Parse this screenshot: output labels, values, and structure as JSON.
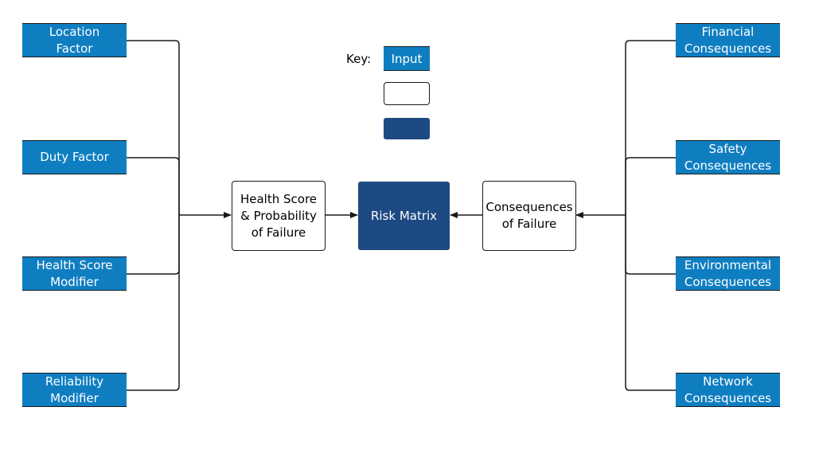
{
  "key": {
    "label": "Key:",
    "input_label": "Input"
  },
  "left_inputs": [
    "Location\nFactor",
    "Duty Factor",
    "Health Score\nModifier",
    "Reliability\nModifier"
  ],
  "right_inputs": [
    "Financial\nConsequences",
    "Safety\nConsequences",
    "Environmental\nConsequences",
    "Network\nConsequences"
  ],
  "health_box": "Health Score\n& Probability\nof Failure",
  "consequences_box": "Consequences\nof Failure",
  "risk_matrix": "Risk Matrix",
  "colors": {
    "input_fill": "#0f7ec1",
    "output_fill": "#1d4a82",
    "line": "#1a1a1a"
  }
}
